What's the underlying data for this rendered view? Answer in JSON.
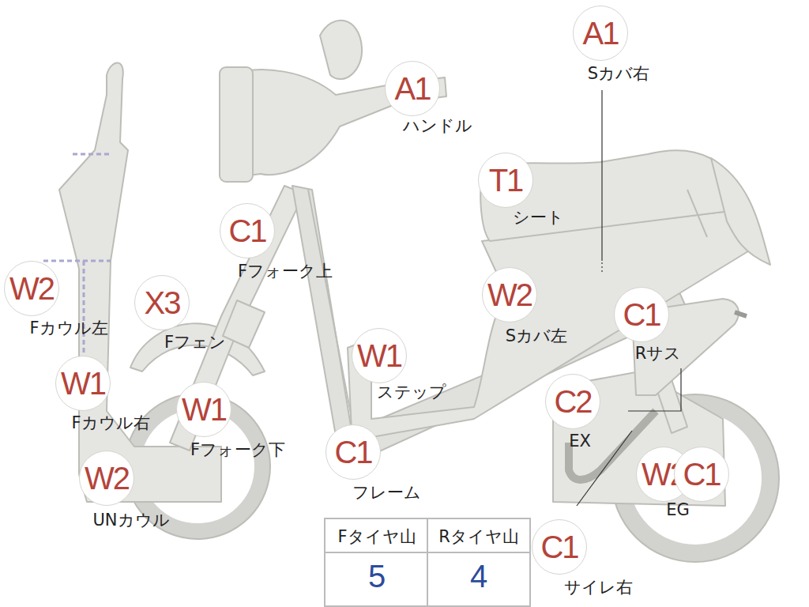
{
  "diagram": {
    "nodes": [
      {
        "text": [
          "A1",
          "Sカバ右"
        ]
      },
      {
        "text": [
          "A1",
          "ハンドル"
        ]
      },
      {
        "text": [
          "T1",
          "シート"
        ]
      },
      {
        "text": [
          "C1",
          "Fフォーク上"
        ]
      },
      {
        "text": [
          "W2",
          "Fカウル左"
        ]
      },
      {
        "text": [
          "X3",
          "Fフェン"
        ]
      },
      {
        "text": [
          "W2",
          "Sカバ左"
        ]
      },
      {
        "text": [
          "C1",
          "Rサス"
        ]
      },
      {
        "text": [
          "W1",
          "ステップ"
        ]
      },
      {
        "text": [
          "W1",
          "Fカウル右"
        ]
      },
      {
        "text": [
          "W1",
          "Fフォーク下"
        ]
      },
      {
        "text": [
          "C2",
          "EX"
        ]
      },
      {
        "text": [
          "C1",
          "フレーム"
        ]
      },
      {
        "text": [
          "W2",
          "UNカウル"
        ]
      },
      {
        "text": [
          "W2"
        ]
      },
      {
        "text": [
          "C1"
        ]
      },
      {
        "text": [
          "C1",
          "サイレ右"
        ]
      }
    ],
    "labels": [
      "EG",
      "Fタイヤ山",
      "Rタイヤ山",
      "5",
      "4"
    ]
  }
}
